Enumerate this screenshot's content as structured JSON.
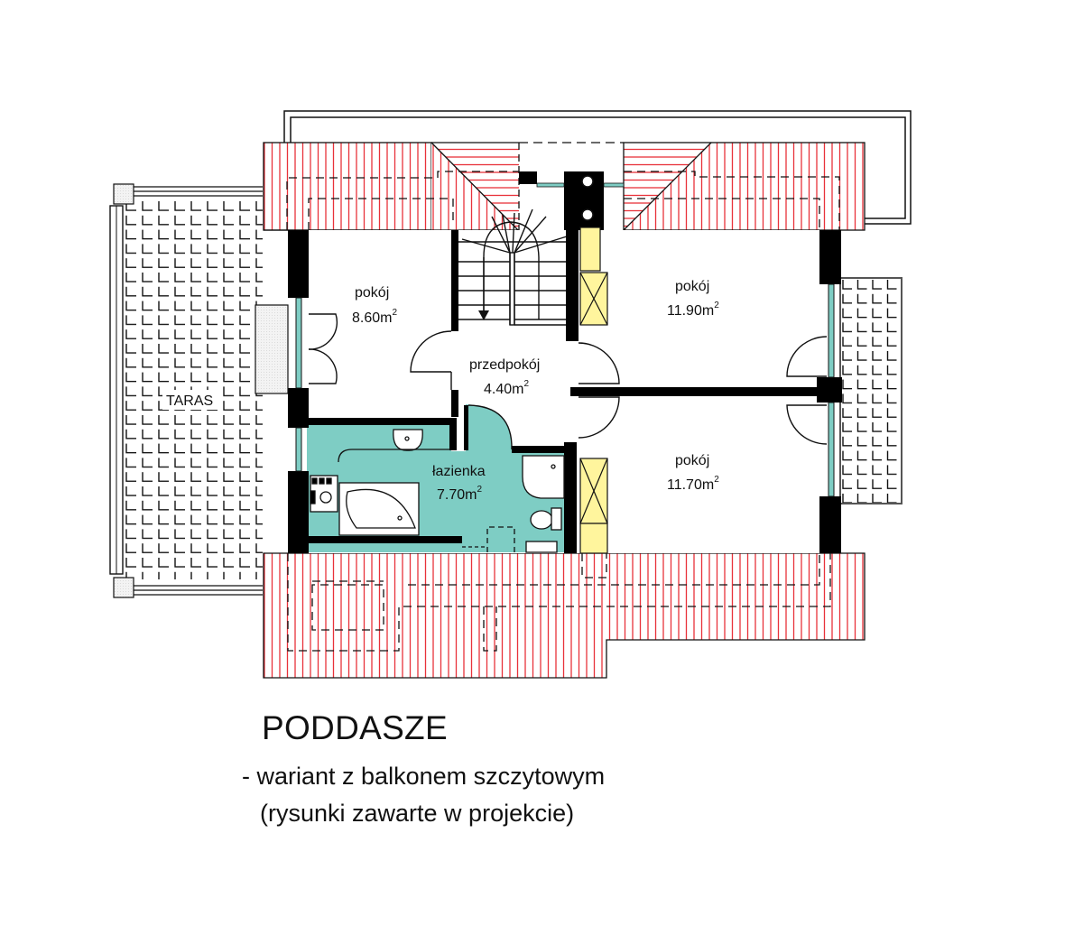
{
  "drawing": {
    "title": "PODDASZE",
    "subtitle_line1": "- wariant z balkonem szczytowym",
    "subtitle_line2": "(rysunki zawarte w projekcie)"
  },
  "rooms": [
    {
      "id": "pokoj_left",
      "name": "pokój",
      "area": "8.60m",
      "unit_sup": "2"
    },
    {
      "id": "przedpokoj",
      "name": "przedpokój",
      "area": "4.40m",
      "unit_sup": "2"
    },
    {
      "id": "lazienka",
      "name": "łazienka",
      "area": "7.70m",
      "unit_sup": "2"
    },
    {
      "id": "pokoj_right_top",
      "name": "pokój",
      "area": "11.90m",
      "unit_sup": "2"
    },
    {
      "id": "pokoj_right_bottom",
      "name": "pokój",
      "area": "11.70m",
      "unit_sup": "2"
    }
  ],
  "terrace": {
    "label": "TARAS"
  },
  "colors": {
    "roof_hatch": "#e8323a",
    "bathroom_fill": "#7ecdc4",
    "window_glass": "#7ecdc4",
    "wardrobe_fill": "#fff59d",
    "wall": "#000000",
    "line": "#111111"
  },
  "icons": [
    "stair-arrow-icon",
    "wardrobe-cross-icon",
    "chimney-flue-icon",
    "bathtub-icon",
    "shower-icon",
    "toilet-icon",
    "sink-icon",
    "stove-icon"
  ]
}
